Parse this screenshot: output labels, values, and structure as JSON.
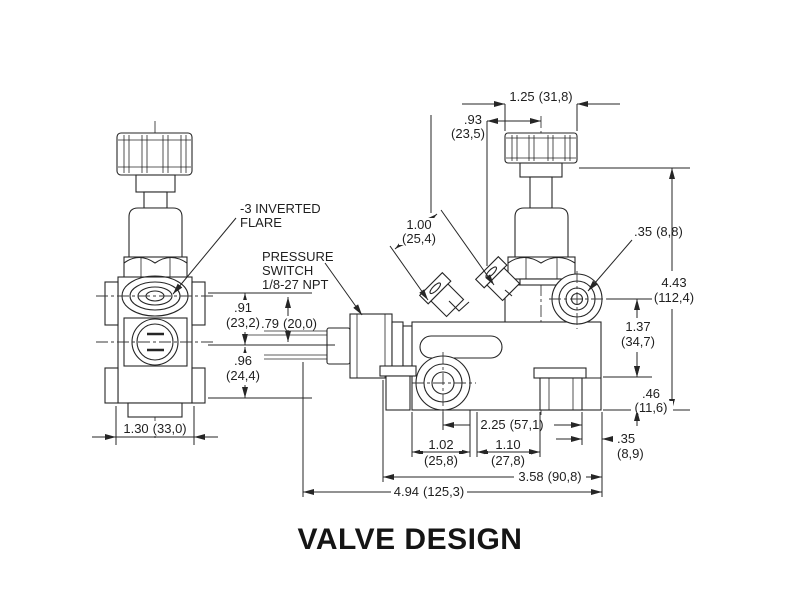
{
  "title": "VALVE DESIGN",
  "colors": {
    "background": "#ffffff",
    "line": "#262626",
    "text": "#1f1f1f"
  },
  "labels": {
    "flare_line1": "-3 INVERTED",
    "flare_line2": "FLARE",
    "switch_line1": "PRESSURE",
    "switch_line2": "SWITCH",
    "switch_line3": "1/8-27 NPT"
  },
  "dimensions": {
    "knob_width": {
      "in": "1.25",
      "mm": "(31,8)"
    },
    "knob_to_port": {
      "in": ".93",
      "mm": "(23,5)"
    },
    "overall_height": {
      "in": "4.43",
      "mm": "(112,4)"
    },
    "port_length": {
      "in": "1.00",
      "mm": "(25,4)"
    },
    "port_hole": {
      "in": ".35",
      "mm": "(8,8)"
    },
    "upper_spacing": {
      "in": ".91",
      "mm": "(23,2)"
    },
    "terminal_spacing": {
      "in": ".79",
      "mm": "(20,0)"
    },
    "lower_spacing": {
      "in": ".96",
      "mm": "(24,4)"
    },
    "side_port_height": {
      "in": "1.37",
      "mm": "(34,7)"
    },
    "outlet_height": {
      "in": ".46",
      "mm": "(11,6)"
    },
    "body_width": {
      "in": "1.30",
      "mm": "(33,0)"
    },
    "port_span": {
      "in": "2.25",
      "mm": "(57,1)"
    },
    "lower_left_span": {
      "in": "1.02",
      "mm": "(25,8)"
    },
    "lower_right_span": {
      "in": "1.10",
      "mm": "(27,8)"
    },
    "edge_offset": {
      "in": ".35",
      "mm": "(8,9)"
    },
    "body_length": {
      "in": "3.58",
      "mm": "(90,8)"
    },
    "overall_length": {
      "in": "4.94",
      "mm": "(125,3)"
    }
  }
}
